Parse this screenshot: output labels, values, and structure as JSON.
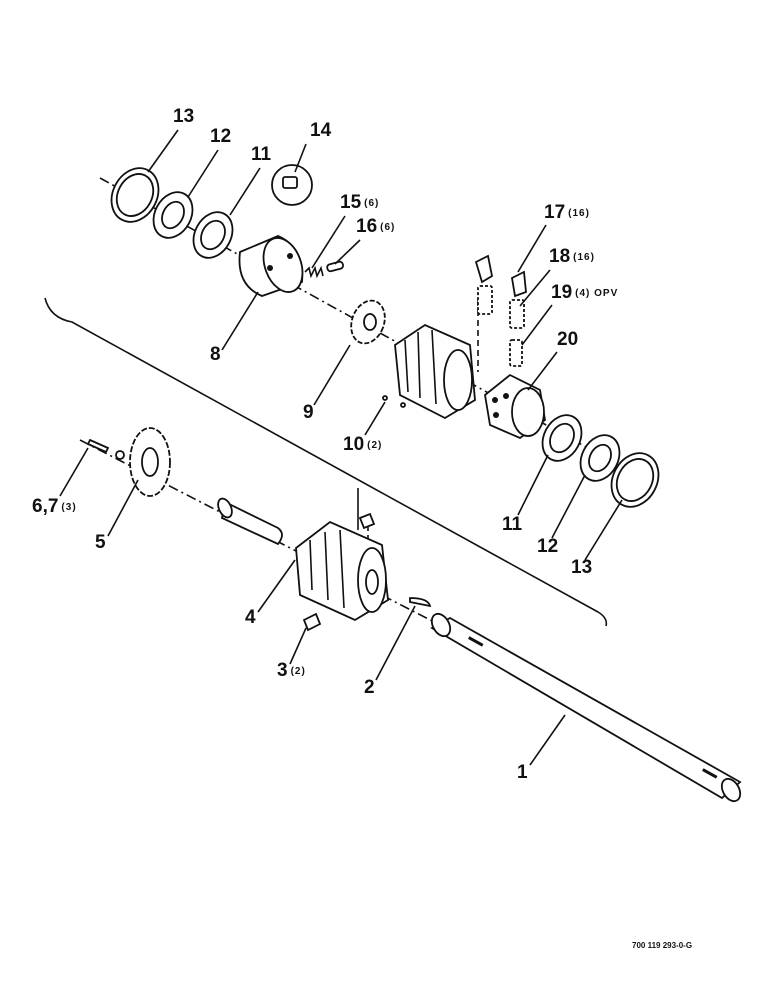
{
  "drawing": {
    "reference": "700 119 293-0-G",
    "callouts": [
      {
        "id": "c1",
        "num": "1",
        "qty": ""
      },
      {
        "id": "c2",
        "num": "2",
        "qty": ""
      },
      {
        "id": "c3",
        "num": "3",
        "qty": "(2)"
      },
      {
        "id": "c4",
        "num": "4",
        "qty": ""
      },
      {
        "id": "c5",
        "num": "5",
        "qty": ""
      },
      {
        "id": "c67",
        "num": "6,7",
        "qty": "(3)"
      },
      {
        "id": "c8",
        "num": "8",
        "qty": ""
      },
      {
        "id": "c9",
        "num": "9",
        "qty": ""
      },
      {
        "id": "c10",
        "num": "10",
        "qty": "(2)"
      },
      {
        "id": "c11a",
        "num": "11",
        "qty": ""
      },
      {
        "id": "c11b",
        "num": "11",
        "qty": ""
      },
      {
        "id": "c12a",
        "num": "12",
        "qty": ""
      },
      {
        "id": "c12b",
        "num": "12",
        "qty": ""
      },
      {
        "id": "c13a",
        "num": "13",
        "qty": ""
      },
      {
        "id": "c13b",
        "num": "13",
        "qty": ""
      },
      {
        "id": "c14",
        "num": "14",
        "qty": ""
      },
      {
        "id": "c15",
        "num": "15",
        "qty": "(6)"
      },
      {
        "id": "c16",
        "num": "16",
        "qty": "(6)"
      },
      {
        "id": "c17",
        "num": "17",
        "qty": "(16)"
      },
      {
        "id": "c18",
        "num": "18",
        "qty": "(16)"
      },
      {
        "id": "c19",
        "num": "19",
        "qty": "(4) OPV"
      },
      {
        "id": "c20",
        "num": "20",
        "qty": ""
      }
    ]
  }
}
